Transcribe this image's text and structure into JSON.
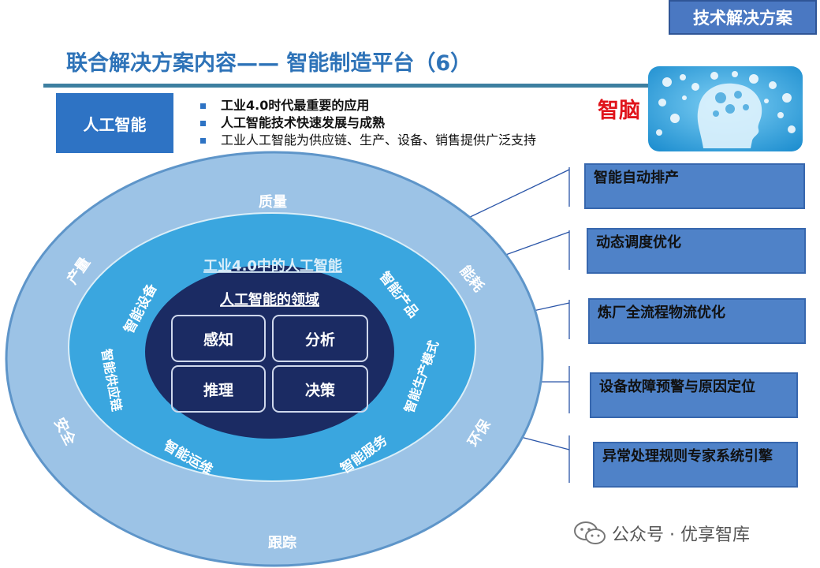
{
  "corner_tag": "技术解决方案",
  "title": "联合解决方案内容—— 智能制造平台（6）",
  "ai_box": "人工智能",
  "bullets": [
    {
      "text": "工业4.0时代最重要的应用",
      "bold": true
    },
    {
      "text": "人工智能技术快速发展与成熟",
      "bold": true
    },
    {
      "text": "工业人工智能为供应链、生产、设备、销售提供广泛支持",
      "bold": false
    }
  ],
  "brain_label": "智脑",
  "diagram": {
    "outer_ring": [
      "质量",
      "能耗",
      "环保",
      "跟踪",
      "安全",
      "产量"
    ],
    "middle_title": "工业4.0中的人工智能",
    "middle_ring": [
      "智能产品",
      "智能生产模式",
      "智能服务",
      "智能运维",
      "智能供应链",
      "智能设备"
    ],
    "inner_title": "人工智能的领域",
    "core_cells": [
      "感知",
      "分析",
      "推理",
      "决策"
    ]
  },
  "side_boxes": [
    "智能自动排产",
    "动态调度优化",
    "炼厂全流程物流优化",
    "设备故障预警与原因定位",
    "异常处理规则专家系统引擎"
  ],
  "watermark": "公众号 · 优享智库",
  "colors": {
    "title_blue": "#2e73b8",
    "box_blue": "#2e73c4",
    "outer_ring": "#9cc3e6",
    "middle_ring": "#3aa6df",
    "inner_core": "#1b2b63",
    "brain_red": "#e0141b"
  }
}
